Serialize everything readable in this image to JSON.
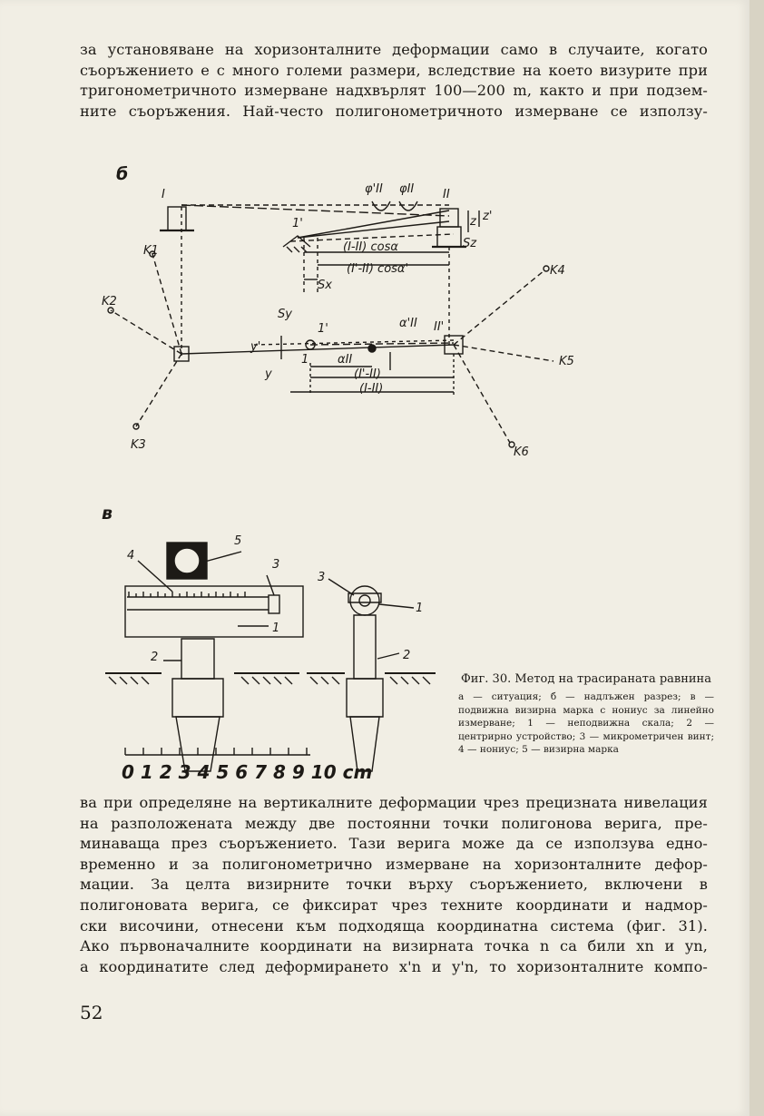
{
  "top_paragraph": {
    "lines": [
      "за установяване на хоризонталните деформации само в случаите, когато",
      "съоръжението е с много големи размери, вследствие на което визурите при",
      "тригонометричното измерване надхвърлят 100—200 m, както и при подзем-",
      "ните съоръжения. Най-често полигонометричното измерване се използу-"
    ]
  },
  "figure": {
    "panel_b_label": "б",
    "panel_v_label": "в",
    "points": {
      "I": "I",
      "II": "II",
      "I1": "1'",
      "II1": "II'",
      "K1": "K1",
      "K2": "K2",
      "K3": "K3",
      "K4": "K4",
      "K5": "K5",
      "K6": "K6"
    },
    "annotations": {
      "phi1": "φ'II",
      "phi2": "φII",
      "z": "z",
      "z1": "z'",
      "sz": "Sz",
      "sx": "Sx",
      "sy": "Sy",
      "cos1": "(I-II) cosα",
      "cos2": "(I'-II) cosα'",
      "alpha1": "α'II",
      "alpha2": "αII",
      "dist1": "(I'-II)",
      "dist2": "(I-II)",
      "y1": "y'",
      "y": "y",
      "one": "1",
      "i1": "1'"
    },
    "device_labels": [
      "1",
      "2",
      "3",
      "4",
      "5"
    ],
    "ruler_ticks": "0 1 2 3 4 5 6 7 8 9 10 cm"
  },
  "caption": {
    "title": "Фиг. 30. Метод на трасираната равнина",
    "text": "а — ситуация; б — надлъжен разрез; в — подвижна визирна марка с нониус за линейно измерване; 1 — неподвижна скала; 2 — центрирно устройство; 3 — микрометричен винт; 4 — нониус; 5 — визирна марка"
  },
  "bottom_paragraph": {
    "lines": [
      "ва при определяне на вертикалните деформации чрез прецизната нивелация",
      "на разположената между две постоянни точки полигонова верига, пре-",
      "минаваща през съоръжението. Тази верига може да се използува едно-",
      "временно и за полигонометрично измерване на хоризонталните дефор-",
      "мации. За целта визирните точки върху съоръжението, включени в",
      "полигоновата верига, се фиксират чрез техните координати и надмор-",
      "ски височини, отнесени към подходяща координатна система (фиг. 31).",
      "Ако първоначалните координати на визирната точка n са били xn и yn,",
      "а координатите след деформирането x'n и y'n, то хоризонталните компо-"
    ]
  },
  "page_number": "52"
}
